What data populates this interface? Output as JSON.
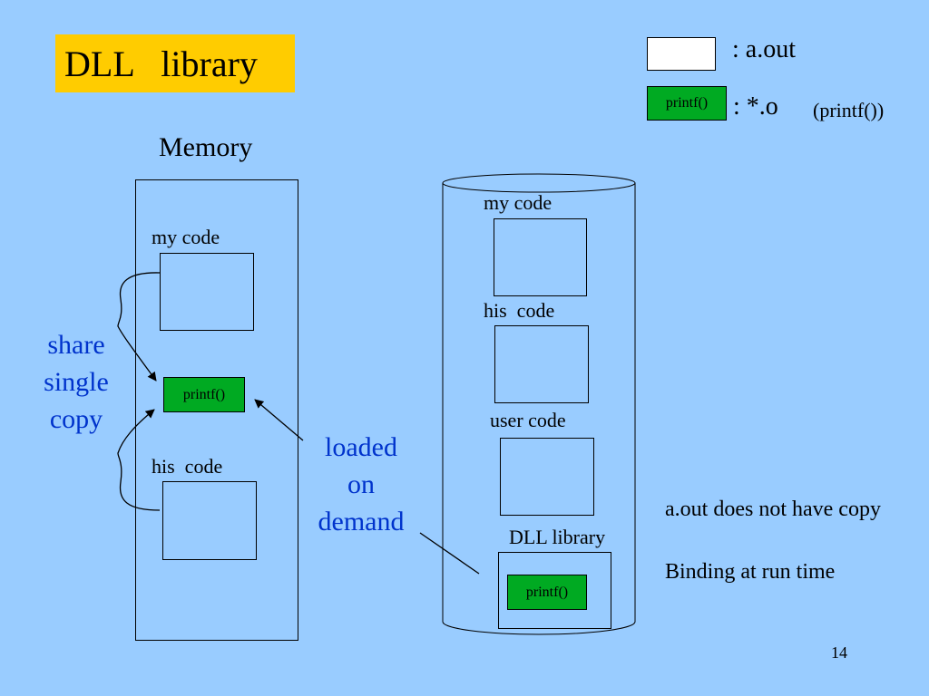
{
  "title": "DLL   library",
  "legend": {
    "aout_label": ": a.out",
    "obj_box_label": "printf()",
    "obj_label": ": *.o",
    "obj_note": "(printf())"
  },
  "memory": {
    "heading": "Memory",
    "my_code_label": "my code",
    "printf_label": "printf()",
    "his_code_label": "his  code"
  },
  "disk": {
    "my_code_label": "my code",
    "his_code_label": "his  code",
    "user_code_label": "user code",
    "dll_library_label": "DLL library",
    "printf_label": "printf()"
  },
  "share_label": [
    "share",
    "single",
    "copy"
  ],
  "loaded_label": [
    "loaded",
    "on",
    "demand"
  ],
  "notes": {
    "line1": "a.out does not have copy",
    "line2": "Binding at run time"
  },
  "page_number": "14",
  "colors": {
    "background": "#99ccff",
    "title_fill": "#ffcc00",
    "object_fill": "#00aa22",
    "annotation_text": "#0033cc"
  }
}
